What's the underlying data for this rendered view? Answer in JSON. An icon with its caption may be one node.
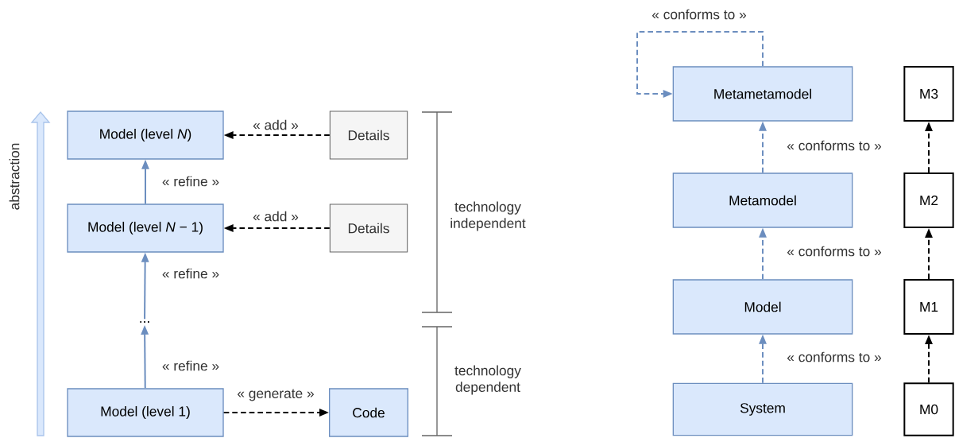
{
  "diagram": {
    "nodes": [
      {
        "text": [
          "Model (level *N*)"
        ]
      },
      {
        "text": [
          "Details"
        ]
      },
      {
        "text": [
          "Model (level *N* − 1)"
        ]
      },
      {
        "text": [
          "Details"
        ]
      },
      {
        "text": [
          "..."
        ]
      },
      {
        "text": [
          "Model (level 1)"
        ]
      },
      {
        "text": [
          "Code"
        ]
      },
      {
        "text": [
          "Metametamodel"
        ]
      },
      {
        "text": [
          "Metamodel"
        ]
      },
      {
        "text": [
          "Model"
        ]
      },
      {
        "text": [
          "System"
        ]
      },
      {
        "text": [
          "M3"
        ]
      },
      {
        "text": [
          "M2"
        ]
      },
      {
        "text": [
          "M1"
        ]
      },
      {
        "text": [
          "M0"
        ]
      }
    ],
    "edges": [
      {
        "from": 1,
        "to": 0,
        "arrow": "to",
        "style": "dashed",
        "color": "#000000",
        "label": "« add »"
      },
      {
        "from": 2,
        "to": 0,
        "arrow": "to",
        "label": "« refine »"
      },
      {
        "from": 3,
        "to": 2,
        "arrow": "to",
        "style": "dashed",
        "color": "#000000",
        "label": "« add »"
      },
      {
        "from": 4,
        "to": 2,
        "arrow": "to",
        "label": "« refine »"
      },
      {
        "from": 5,
        "to": 4,
        "arrow": "to",
        "label": "« refine »"
      },
      {
        "from": 5,
        "to": 6,
        "arrow": "to",
        "style": "dashed",
        "color": "#000000",
        "label": "« generate »"
      },
      {
        "from": 7,
        "to": 7,
        "arrow": "to",
        "style": "dashed",
        "label": "« conforms to »"
      },
      {
        "from": 8,
        "to": 7,
        "arrow": "to",
        "style": "dashed",
        "label": "« conforms to »"
      },
      {
        "from": 9,
        "to": 8,
        "arrow": "to",
        "style": "dashed",
        "label": "« conforms to »"
      },
      {
        "from": 10,
        "to": 9,
        "arrow": "to",
        "style": "dashed",
        "label": "« conforms to »"
      },
      {
        "from": 12,
        "to": 11,
        "arrow": "to",
        "style": "dashed",
        "color": "#000000"
      },
      {
        "from": 13,
        "to": 12,
        "arrow": "to",
        "style": "dashed",
        "color": "#000000"
      },
      {
        "from": 14,
        "to": 13,
        "arrow": "to",
        "style": "dashed",
        "color": "#000000"
      }
    ],
    "labels": [
      "abstraction",
      "technology independent",
      "technology dependent"
    ]
  }
}
